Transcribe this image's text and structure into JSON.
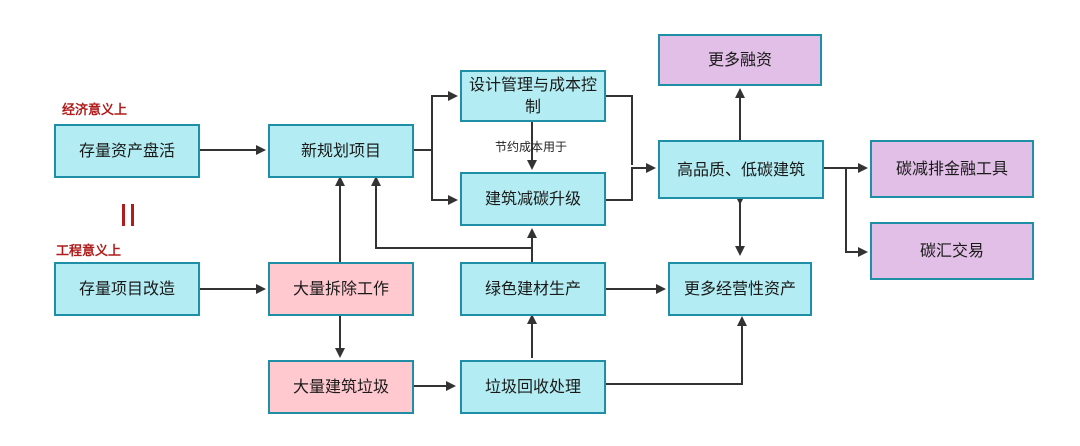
{
  "labels": {
    "economic": "经济意义上",
    "engineering": "工程意义上",
    "edge_note": "节约成本用于"
  },
  "nodes": {
    "stock_asset": "存量资产盘活",
    "new_project": "新规划项目",
    "design_cost": "设计管理与成本控制",
    "low_carbon_upgrade": "建筑减碳升级",
    "more_financing": "更多融资",
    "high_quality": "高品质、低碳建筑",
    "carbon_finance": "碳减排金融工具",
    "carbon_trade": "碳汇交易",
    "stock_renovation": "存量项目改造",
    "demolition": "大量拆除工作",
    "green_material": "绿色建材生产",
    "more_assets": "更多经营性资产",
    "construction_waste": "大量建筑垃圾",
    "recycling": "垃圾回收处理"
  },
  "colors": {
    "cyan_fill": "#b3ecf2",
    "pink_fill": "#ffc9cf",
    "purple_fill": "#e1bfe6",
    "border": "#1f8fa8",
    "arrow": "#333333",
    "tag_red": "#b01c1c"
  }
}
